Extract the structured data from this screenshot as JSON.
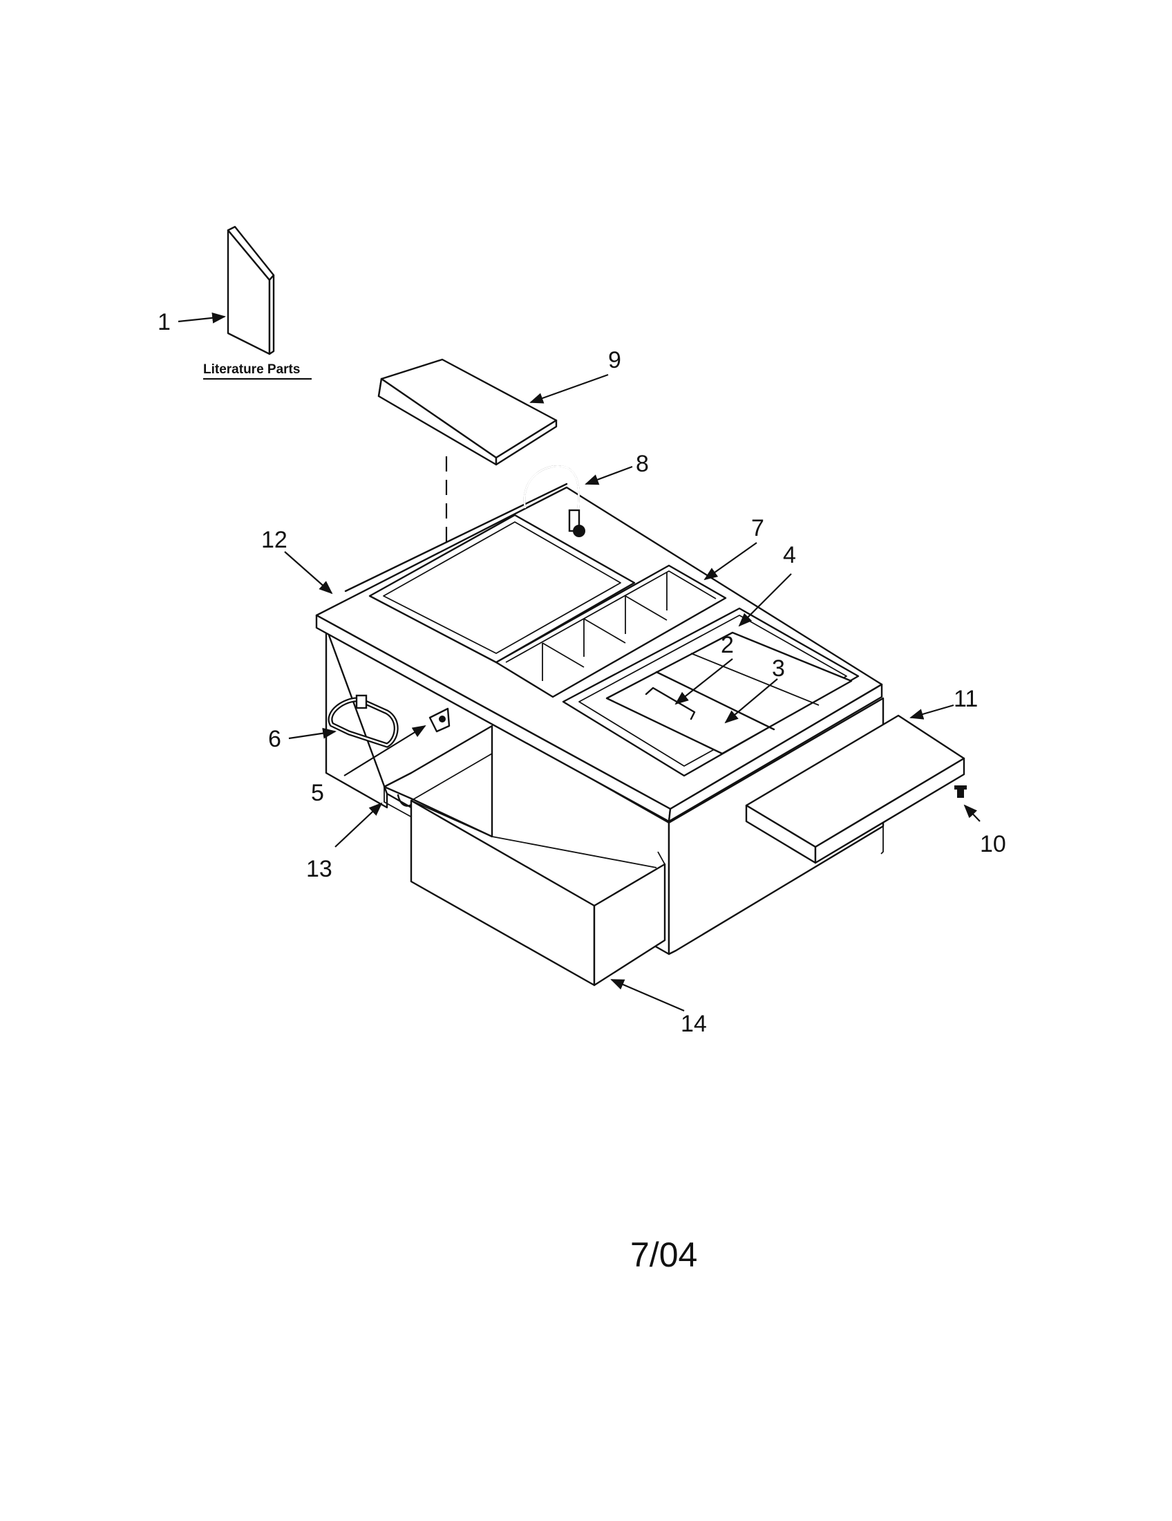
{
  "diagram": {
    "literature_label": "Literature Parts",
    "date_code": "7/04",
    "callouts": [
      {
        "id": "1",
        "label": "1"
      },
      {
        "id": "2",
        "label": "2"
      },
      {
        "id": "3",
        "label": "3"
      },
      {
        "id": "4",
        "label": "4"
      },
      {
        "id": "5",
        "label": "5"
      },
      {
        "id": "6",
        "label": "6"
      },
      {
        "id": "7",
        "label": "7"
      },
      {
        "id": "8",
        "label": "8"
      },
      {
        "id": "9",
        "label": "9"
      },
      {
        "id": "10",
        "label": "10"
      },
      {
        "id": "11",
        "label": "11"
      },
      {
        "id": "12",
        "label": "12"
      },
      {
        "id": "13",
        "label": "13"
      },
      {
        "id": "14",
        "label": "14"
      }
    ]
  }
}
